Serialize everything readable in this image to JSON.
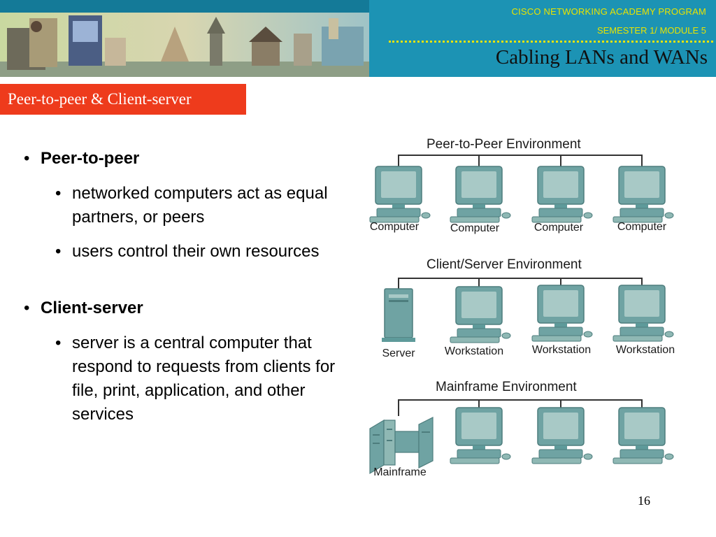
{
  "header": {
    "program": "CISCO NETWORKING ACADEMY PROGRAM",
    "semester": "SEMESTER 1/ MODULE 5",
    "title": "Cabling LANs and WANs"
  },
  "section_label": "Peer-to-peer & Client-server",
  "bullets": [
    {
      "level": 1,
      "text": "Peer-to-peer"
    },
    {
      "level": 2,
      "text": "networked computers act as equal partners, or peers"
    },
    {
      "level": 2,
      "text": "users control their own resources"
    },
    {
      "level": 1,
      "text": "Client-server"
    },
    {
      "level": 2,
      "text": "server is a central computer that respond to requests from clients for file, print, application, and other services"
    }
  ],
  "diagram": {
    "peer": {
      "title": "Peer-to-Peer Environment",
      "devices": [
        "Computer",
        "Computer",
        "Computer",
        "Computer"
      ]
    },
    "client_server": {
      "title": "Client/Server Environment",
      "devices": [
        "Server",
        "Workstation",
        "Workstation",
        "Workstation"
      ]
    },
    "mainframe": {
      "title": "Mainframe Environment",
      "devices": [
        "Mainframe"
      ]
    }
  },
  "page_number": "16",
  "colors": {
    "header_blue": "#1b8fb0",
    "header_text_yellow": "#e9e300",
    "label_red": "#ee3b1c",
    "device_teal": "#5e9a9a"
  }
}
